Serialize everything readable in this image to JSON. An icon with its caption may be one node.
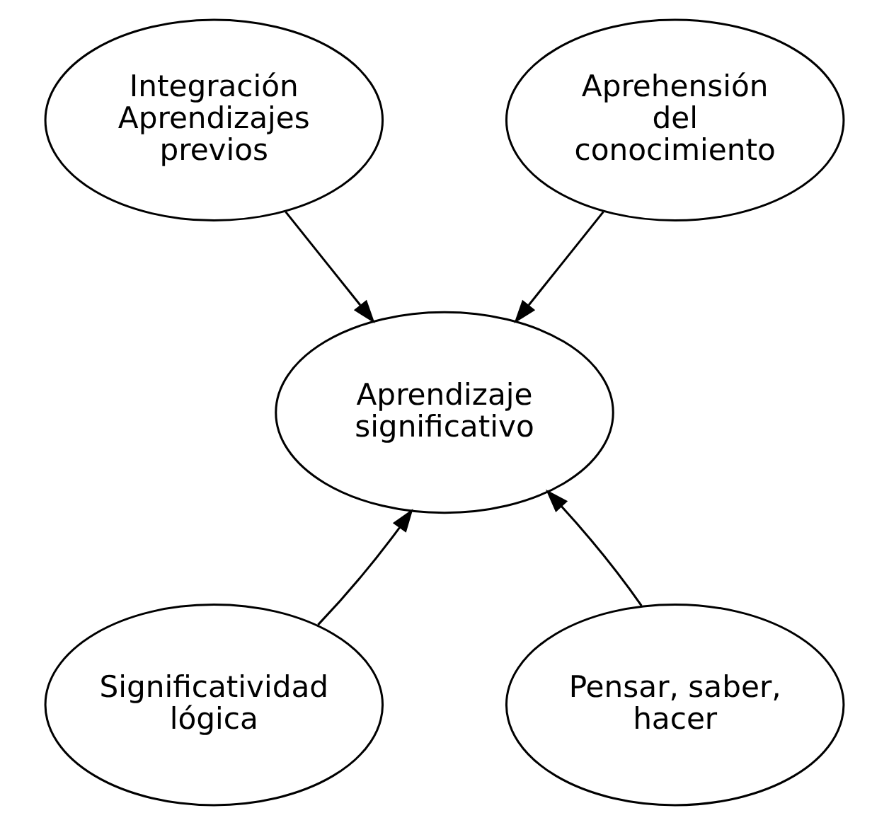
{
  "diagram": {
    "nodes": [
      {
        "text": [
          "Integración Aprendizajes previos"
        ]
      },
      {
        "text": [
          "Aprehensión del conocimiento"
        ]
      },
      {
        "text": [
          "Aprendizaje significativo"
        ]
      },
      {
        "text": [
          "Significatividad lógica"
        ]
      },
      {
        "text": [
          "Pensar, saber, hacer"
        ]
      }
    ],
    "edges": [
      {
        "from": 0,
        "to": 2,
        "arrow": "to"
      },
      {
        "from": 1,
        "to": 2,
        "arrow": "to"
      },
      {
        "from": 3,
        "to": 2,
        "arrow": "to"
      },
      {
        "from": 4,
        "to": 2,
        "arrow": "to"
      }
    ]
  }
}
